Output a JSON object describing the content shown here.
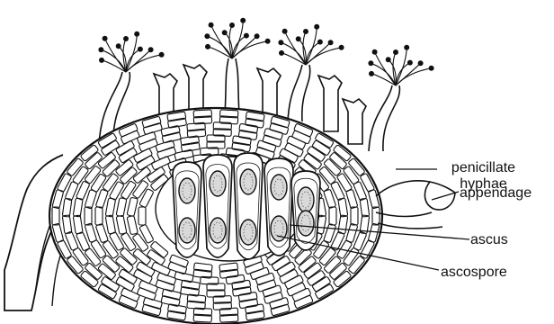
{
  "diagram": {
    "labels": {
      "penicillate_hyphae": "penicillate\nhyphae",
      "appendage": "appendage",
      "ascus": "ascus",
      "ascospore": "ascospore"
    },
    "colors": {
      "ink": "#111111",
      "background": "#ffffff",
      "spore_fill": "#d9d9d9"
    }
  }
}
